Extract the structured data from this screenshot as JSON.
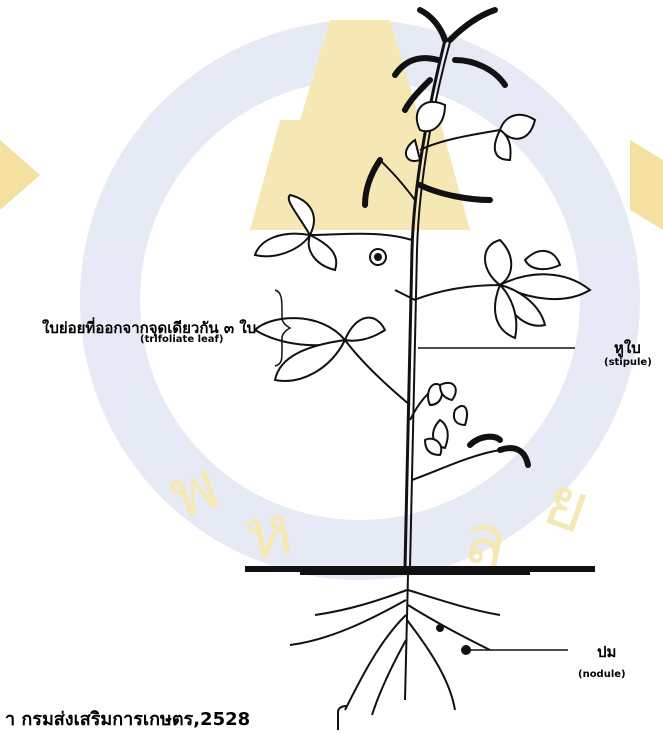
{
  "labels": {
    "trifoliate_th": "ใบย่อยที่ออกจากจุดเดียวกัน ๓ ใบ",
    "trifoliate_en": "(trifoliate leaf)",
    "stipule_th": "หูใบ",
    "stipule_en": "(stipule)",
    "nodule_th": "ปม",
    "nodule_en": "(nodule)"
  },
  "source": "า กรมส่งเสริมการเกษตร,2528",
  "colors": {
    "ink": "#111111",
    "watermark": "#f3dd95",
    "watermark_blue": "#dfe4f3"
  }
}
